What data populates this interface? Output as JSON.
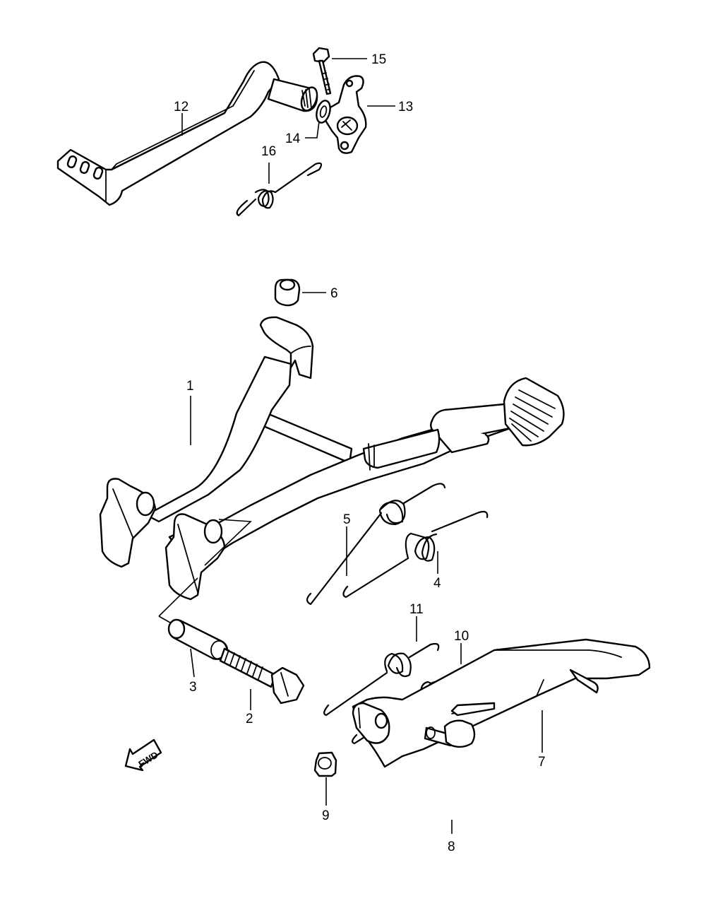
{
  "callouts": {
    "p1": "1",
    "p2": "2",
    "p3": "3",
    "p4": "4",
    "p5": "5",
    "p6": "6",
    "p7": "7",
    "p8": "8",
    "p9": "9",
    "p10": "10",
    "p11": "11",
    "p12": "12",
    "p13": "13",
    "p14": "14",
    "p15": "15",
    "p16": "16"
  },
  "direction_marker": {
    "label": "FWD",
    "icon": "arrow-left-down-icon"
  }
}
